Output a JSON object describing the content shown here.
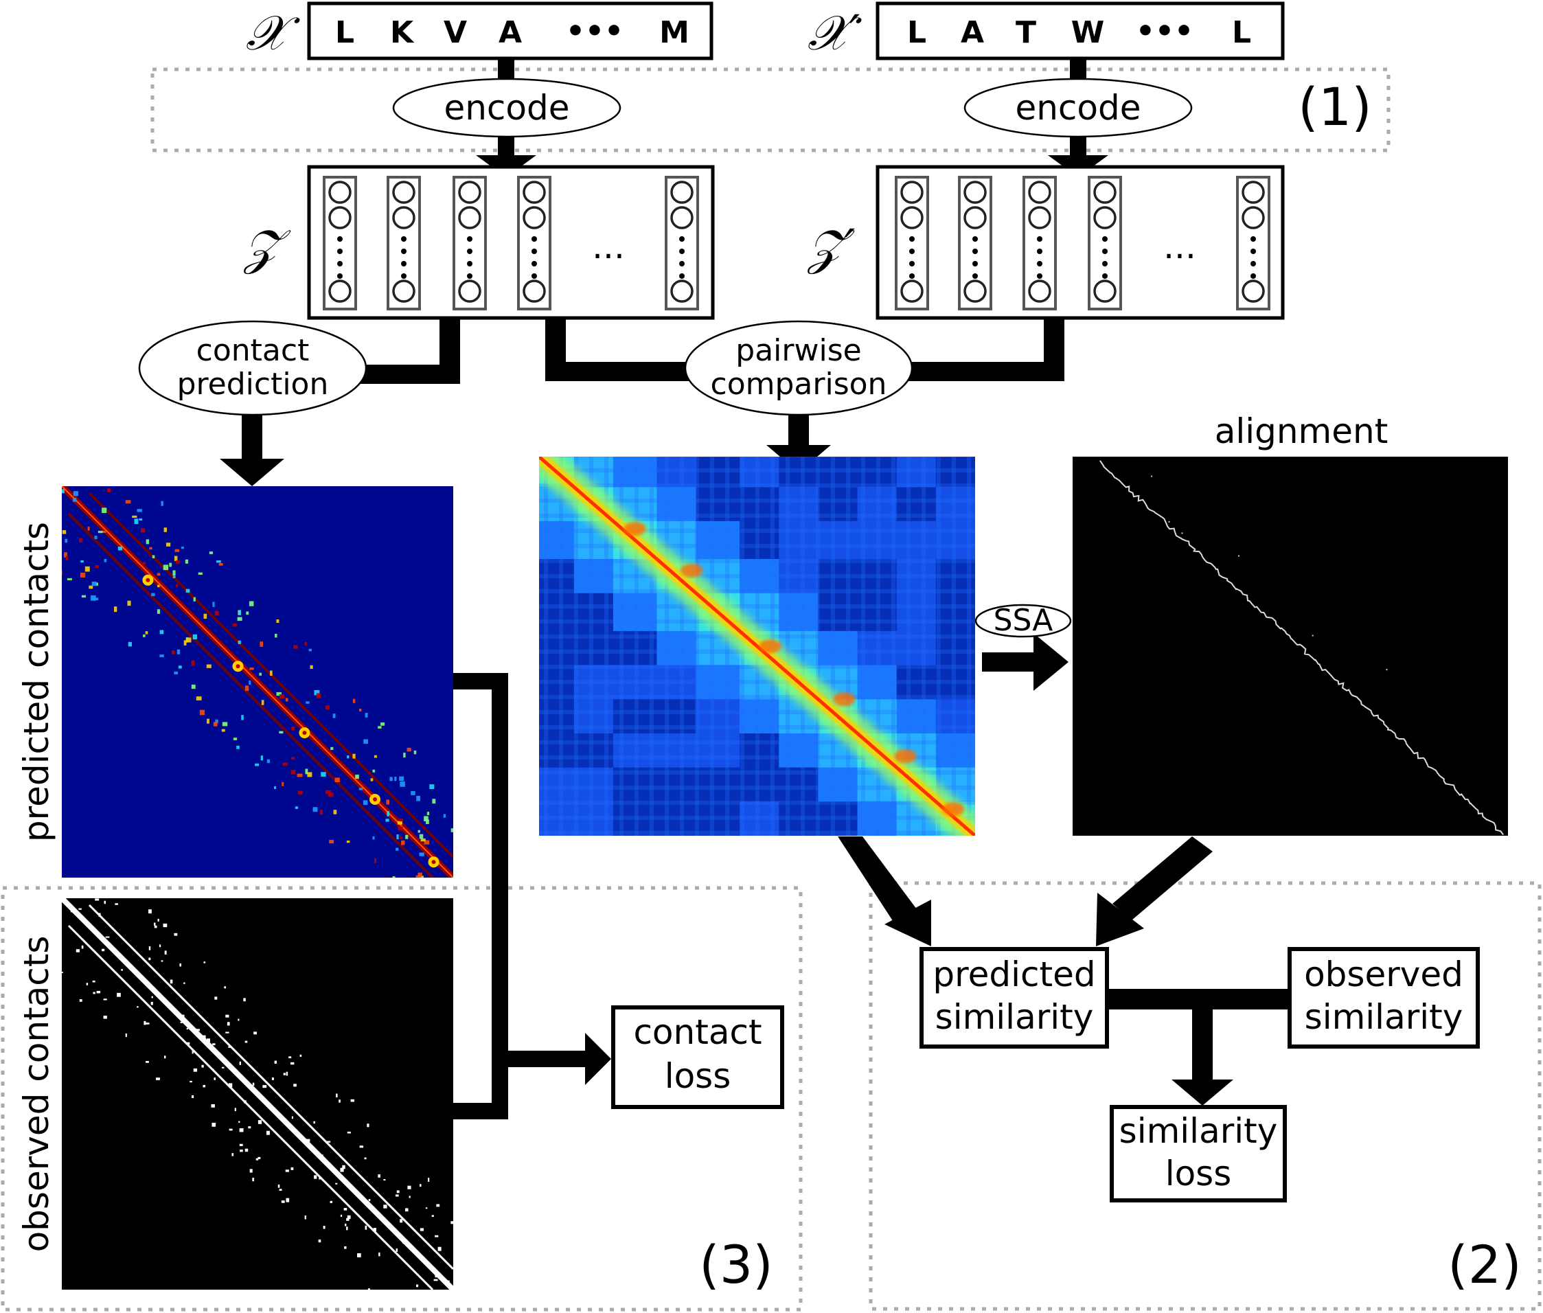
{
  "sequences": {
    "x": {
      "symbol": "𝒳",
      "tokens": [
        "L",
        "K",
        "V",
        "A",
        "•••",
        "M"
      ]
    },
    "x_prime": {
      "symbol": "𝒳′",
      "tokens": [
        "L",
        "A",
        "T",
        "W",
        "•••",
        "L"
      ]
    }
  },
  "embeddings": {
    "z": {
      "symbol": "𝒵",
      "ellipsis": "..."
    },
    "z_prime": {
      "symbol": "𝒵′",
      "ellipsis": "..."
    }
  },
  "operations": {
    "encode_left": "encode",
    "encode_right": "encode",
    "contact_prediction": [
      "contact",
      "prediction"
    ],
    "pairwise_comparison": [
      "pairwise",
      "comparison"
    ],
    "ssa": "SSA"
  },
  "matrices": {
    "alignment_title": "alignment",
    "predicted_contacts": "predicted contacts",
    "observed_contacts": "observed contacts"
  },
  "boxes": {
    "contact_loss": [
      "contact",
      "loss"
    ],
    "predicted_similarity": [
      "predicted",
      "similarity"
    ],
    "observed_similarity": [
      "observed",
      "similarity"
    ],
    "similarity_loss": [
      "similarity",
      "loss"
    ]
  },
  "panels": {
    "p1": "(1)",
    "p2": "(2)",
    "p3": "(3)"
  },
  "colors": {
    "heatmap_background": "#00078f",
    "heatmap_high": "#b80000",
    "heatmap_mid": "#22d8ff",
    "binary_background": "#000000",
    "binary_foreground": "#ffffff",
    "panel_border": "#aaaaaa"
  }
}
